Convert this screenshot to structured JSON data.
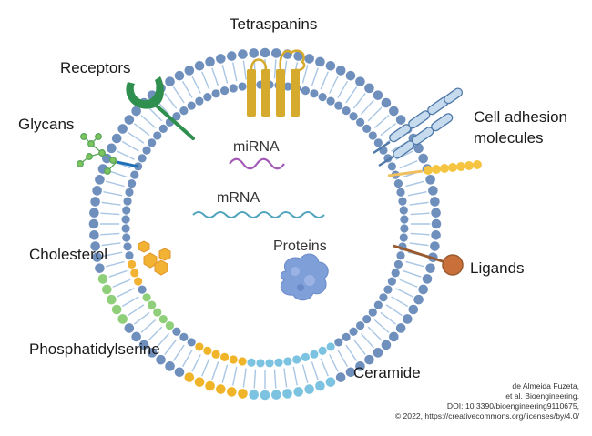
{
  "labels": {
    "tetraspanins": "Tetraspanins",
    "receptors": "Receptors",
    "glycans": "Glycans",
    "cell_adhesion_1": "Cell adhesion",
    "cell_adhesion_2": "molecules",
    "mirna": "miRNA",
    "mrna": "mRNA",
    "cholesterol": "Cholesterol",
    "proteins": "Proteins",
    "ligands": "Ligands",
    "phosphatidylserine": "Phosphatidylserine",
    "ceramide": "Ceramide"
  },
  "credit": {
    "line1": "de Almeida Fuzeta,",
    "line2": "et al. Bioengineering.",
    "line3": "DOI: 10.3390/bioengineering9110675,",
    "line4": "© 2022, https://creativecommons.org/licenses/by/4.0/"
  },
  "colors": {
    "membrane_head": "#6f8fbd",
    "lipid_tail": "#a9c6e4",
    "phosphatidylserine": "#8fcf7a",
    "ceramide": "#7cc3e2",
    "cholesterol": "#f2b233",
    "gold_heads": "#f0b429",
    "receptor": "#2f8f4e",
    "tetraspanin": "#d6aa2c",
    "adhesion": "#c7dbef",
    "ligand": "#c9703a",
    "mirna": "#a45bb8",
    "mrna": "#4fa3bd",
    "protein": "#7f9fd9"
  }
}
